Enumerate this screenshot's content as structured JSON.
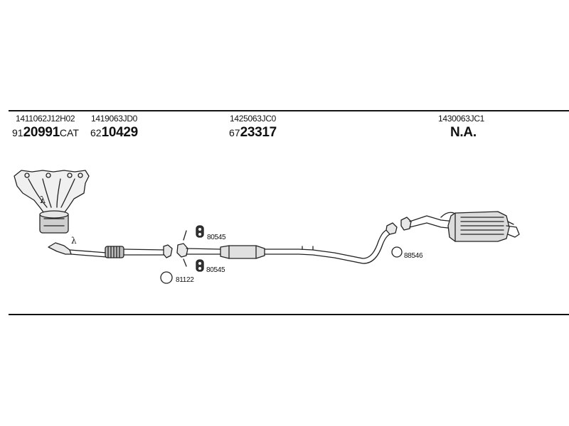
{
  "sections": [
    {
      "oem": "1411062J12H02",
      "prefix": "91",
      "number": "20991",
      "suffix": "CAT"
    },
    {
      "oem": "1419063JD0",
      "prefix": "62",
      "number": "10429",
      "suffix": ""
    },
    {
      "oem": "1425063JC0",
      "prefix": "67",
      "number": "23317",
      "suffix": ""
    },
    {
      "oem": "1430063JC1",
      "prefix": "",
      "number": "N.A.",
      "suffix": ""
    }
  ],
  "accessories": {
    "a1": "80545",
    "a2": "80545",
    "a3": "81122",
    "a4": "88546"
  },
  "lambda_symbol": "λ"
}
